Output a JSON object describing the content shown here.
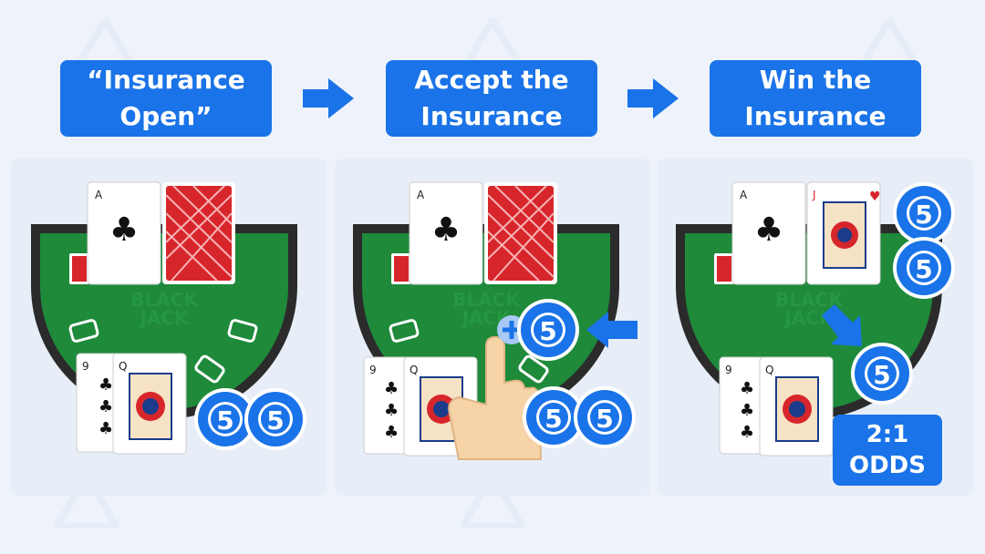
{
  "steps": [
    {
      "label": "“Insurance\nOpen”"
    },
    {
      "label": "Accept the\nInsurance"
    },
    {
      "label": "Win the\nInsurance"
    }
  ],
  "table": {
    "logo": "BLACK JACK"
  },
  "cards": {
    "ace_rank": "A",
    "nine_rank": "9",
    "queen_rank": "Q",
    "jack_rank": "J"
  },
  "chip_value": "5",
  "odds": {
    "line1": "2:1",
    "line2": "ODDS"
  },
  "colors": {
    "accent": "#1a73e8",
    "felt": "#1e8a3a",
    "rail": "#2b2b2b",
    "card_back": "#d7262b"
  },
  "icons": [
    "arrow-right-icon",
    "arrow-left-icon",
    "arrow-down-right-icon",
    "plus-icon",
    "pointing-hand-icon",
    "poker-chip-icon"
  ]
}
